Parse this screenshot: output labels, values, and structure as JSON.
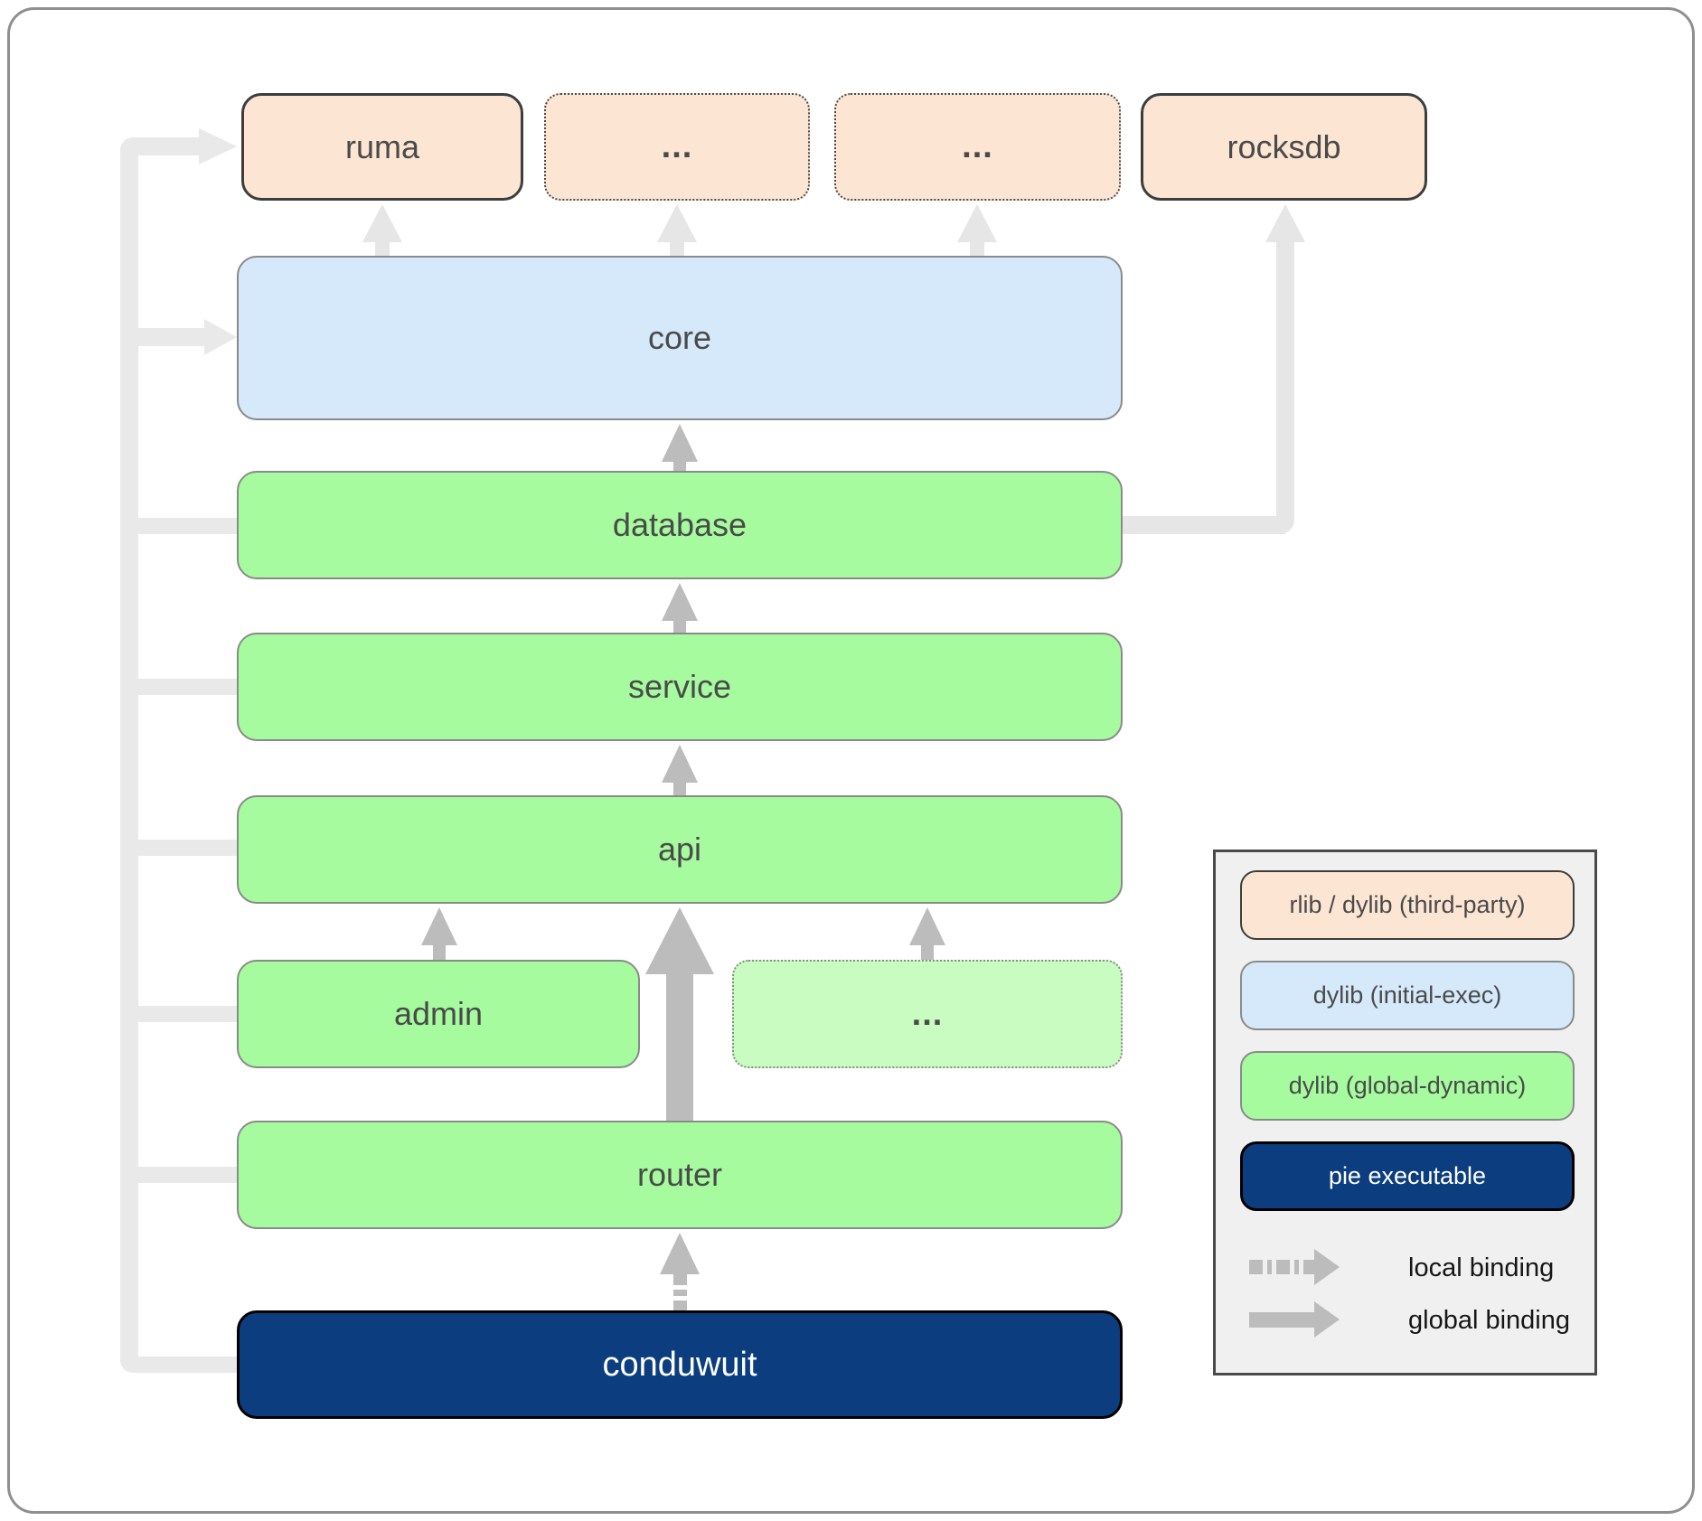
{
  "title": "conduwuit dynamic linking / crate dependency diagram",
  "nodes": {
    "ruma": {
      "label": "ruma"
    },
    "tp_more_1": {
      "label": "..."
    },
    "tp_more_2": {
      "label": "..."
    },
    "rocksdb": {
      "label": "rocksdb"
    },
    "core": {
      "label": "core"
    },
    "database": {
      "label": "database"
    },
    "service": {
      "label": "service"
    },
    "api": {
      "label": "api"
    },
    "admin": {
      "label": "admin"
    },
    "api_more": {
      "label": "..."
    },
    "router": {
      "label": "router"
    },
    "conduwuit": {
      "label": "conduwuit"
    }
  },
  "edges": [
    {
      "from": "core",
      "to": "ruma",
      "binding": "global",
      "rendered": "faded"
    },
    {
      "from": "core",
      "to": "tp_more_1",
      "binding": "global",
      "rendered": "faded"
    },
    {
      "from": "core",
      "to": "tp_more_2",
      "binding": "global",
      "rendered": "faded"
    },
    {
      "from": "database",
      "to": "rocksdb",
      "binding": "global",
      "rendered": "faded-elbow"
    },
    {
      "from": "database",
      "to": "core",
      "binding": "global",
      "rendered": "solid"
    },
    {
      "from": "service",
      "to": "database",
      "binding": "global",
      "rendered": "solid"
    },
    {
      "from": "api",
      "to": "service",
      "binding": "global",
      "rendered": "solid"
    },
    {
      "from": "admin",
      "to": "api",
      "binding": "global",
      "rendered": "solid"
    },
    {
      "from": "api_more",
      "to": "api",
      "binding": "global",
      "rendered": "solid"
    },
    {
      "from": "router",
      "to": "api",
      "binding": "global",
      "rendered": "solid-thick"
    },
    {
      "from": "conduwuit",
      "to": "router",
      "binding": "local",
      "rendered": "dashed-tail"
    },
    {
      "from": "database, service, api, admin, router, conduwuit",
      "to": "ruma, core",
      "binding": "global",
      "rendered": "faded-left-trunk"
    }
  ],
  "legend": {
    "items": [
      {
        "label": "rlib / dylib (third-party)",
        "fill": "#fce5d3"
      },
      {
        "label": "dylib (initial-exec)",
        "fill": "#d5e9fb"
      },
      {
        "label": "dylib (global-dynamic)",
        "fill": "#a5fb9e"
      },
      {
        "label": "pie executable",
        "fill": "#0b3d7f"
      }
    ],
    "bindings": [
      {
        "label": "local binding",
        "style": "dashed-arrow"
      },
      {
        "label": "global binding",
        "style": "solid-arrow"
      }
    ]
  },
  "colors": {
    "third_party_fill": "#fce5d3",
    "initial_exec_fill": "#d5e9fb",
    "global_dynamic_fill": "#a5fb9e",
    "global_dynamic_faded_fill": "#c8fcc1",
    "pie_executable_fill": "#0b3d7f",
    "arrow_gray": "#bcbcbc",
    "faded_arrow_gray": "#e6e6e6",
    "trunk_gray": "#e9e9e9",
    "text_dark": "#4a4a4a"
  }
}
